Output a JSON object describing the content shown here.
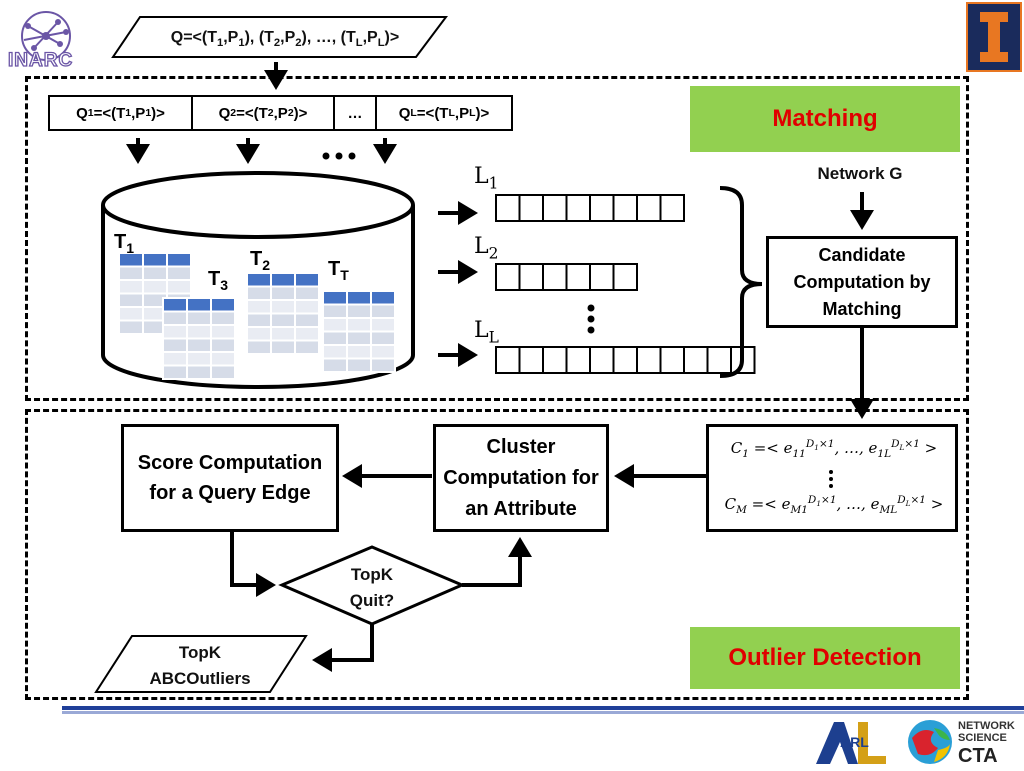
{
  "query": {
    "top": "Q=<(T1,P1), (T2,P2), …, (TL,PL)>",
    "q1": "Q1=<(T1,P1)>",
    "q2": "Q2=<(T2,P2)>",
    "qdots": "…",
    "qL": "QL=<(TL,PL)>"
  },
  "tables": {
    "t1": "T1",
    "t2": "T2",
    "t3": "T3",
    "tT": "TT"
  },
  "lists": {
    "l1": "L1",
    "l2": "L2",
    "lL": "LL",
    "counts": [
      8,
      6,
      11
    ]
  },
  "matching": {
    "title": "Matching",
    "network": "Network G",
    "candidate": "Candidate Computation by Matching"
  },
  "outlier": {
    "title": "Outlier Detection",
    "c1": "C1 =< e11D1×1, …, e1LDL×1 >",
    "cM": "CM =< eM1D1×1, …, eMLDL×1 >",
    "cluster": "Cluster Computation for an Attribute",
    "score": "Score Computation for a Query Edge",
    "decision": "TopK Quit?",
    "output": "TopK ABCOutliers"
  },
  "logos": {
    "inarc": "INARC",
    "arl": "ARL",
    "network_science": "NETWORK SCIENCE",
    "cta": "CTA"
  },
  "colors": {
    "green": "#92d050",
    "red_text": "#e00000",
    "table_blue": "#4472c4",
    "bottom_bar": "#1f3f99"
  }
}
